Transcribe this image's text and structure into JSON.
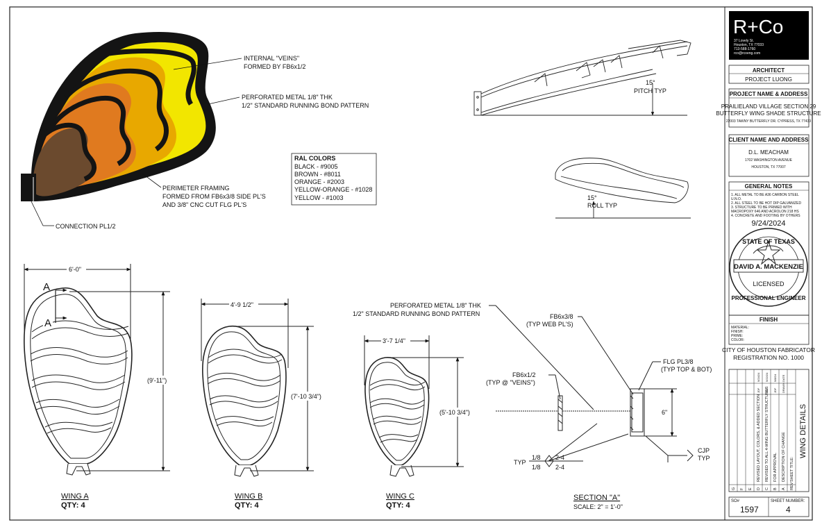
{
  "logo": {
    "text": "R+Co",
    "address_lines": [
      "37 Lovely St.",
      "Houston, TX 77033",
      "713-588-1760",
      "rco@rcoeng.com"
    ]
  },
  "wing_3d_labels": {
    "veins": [
      "INTERNAL \"VEINS\"",
      "FORMED BY FB6x1/2"
    ],
    "perforated": [
      "PERFORATED METAL 1/8\" THK",
      "1/2\" STANDARD RUNNING BOND PATTERN"
    ],
    "perimeter": [
      "PERIMETER FRAMING",
      "FORMED FROM FB6x3/8 SIDE PL'S",
      "AND 3/8\" CNC CUT FLG PL'S"
    ],
    "connection": "CONNECTION PL1/2"
  },
  "ral_colors": {
    "title": "RAL COLORS",
    "items": [
      "BLACK - #9005",
      "BROWN - #8011",
      "ORANGE - #2003",
      "YELLOW-ORANGE - #1028",
      "YELLOW - #1003"
    ],
    "swatches": {
      "black": "#141414",
      "brown": "#6b4a2e",
      "orange": "#e07a1f",
      "yellow_orange": "#e8a800",
      "yellow": "#f2e600"
    }
  },
  "elevations": {
    "pitch": [
      "15°",
      "PITCH TYP"
    ],
    "roll": [
      "15°",
      "ROLL TYP"
    ]
  },
  "wings": [
    {
      "name": "WING A",
      "qty": "QTY:   4",
      "width": "6'-0\"",
      "height": "(9'-11\")",
      "section_mark": "A"
    },
    {
      "name": "WING B",
      "qty": "QTY:   4",
      "width": "4'-9 1/2\"",
      "height": "(7'-10 3/4\")"
    },
    {
      "name": "WING C",
      "qty": "QTY:   4",
      "width": "3'-7 1/4\"",
      "height": "(5'-10 3/4\")"
    }
  ],
  "section": {
    "title": "SECTION \"A\"",
    "scale": "SCALE:   2\" = 1'-0\"",
    "perforated": [
      "PERFORATED METAL 1/8\" THK",
      "1/2\" STANDARD RUNNING BOND PATTERN"
    ],
    "fb_web": [
      "FB6x3/8",
      "(TYP WEB PL'S)"
    ],
    "flg": [
      "FLG PL3/8",
      "(TYP TOP & BOT)"
    ],
    "fb_veins": [
      "FB6x1/2",
      "(TYP @ \"VEINS\")"
    ],
    "dim": "6\"",
    "weld": {
      "typ": "TYP",
      "a": "1/8",
      "b": "1/8",
      "c": "2-4",
      "d": "2-4"
    },
    "cjp": [
      "CJP",
      "TYP"
    ]
  },
  "title_block": {
    "architect_label": "ARCHITECT",
    "architect": "PROJECT LUONG",
    "project_label": "PROJECT NAME & ADDRESS",
    "project": [
      "PRAILIELAND VILLAGE SECTION 29",
      "BUTTERFLY WING SHADE STRUCTURE"
    ],
    "project_addr": "22003 TAWNY BUTTERFLY DR. CYPRESS, TX 77433",
    "client_label": "CLIENT NAME AND ADDRESS",
    "client": "D.L. MEACHAM",
    "client_addr": [
      "1702 WASHINGTON AVENUE",
      "HOUSTON, TX 77007"
    ],
    "notes_label": "GENERAL NOTES",
    "notes": [
      "1.   ALL METAL TO BE A36 CARBON STEEL",
      "       U.N.O.",
      "2.   ALL STEEL TO BE HOT DIP GALVANIZED",
      "3.   STRUCTURE TO BE PRIMED WITH",
      "       MACROPOXY 646 AND ACROLON 218 HS",
      "4.   CONCRETE AND FOOTING BY OTHERS"
    ],
    "date": "9/24/2024",
    "seal": {
      "top": "STATE OF TEXAS",
      "name": "DAVID A. MACKENZIE",
      "bottom": "LICENSED",
      "bottom2": "PROFESSIONAL ENGINEER"
    },
    "finish_label": "FINISH",
    "finish_fields": [
      "MATERIAL:",
      "FINISH:",
      "PRIME:",
      "COLOR:"
    ],
    "fabricator": [
      "CITY OF HOUSTON FABRICATOR",
      "REGISTRATION NO. 1000"
    ],
    "revisions": [
      {
        "rev": "G",
        "desc": "",
        "by": "",
        "date": ""
      },
      {
        "rev": "F",
        "desc": "",
        "by": "",
        "date": ""
      },
      {
        "rev": "E",
        "desc": "",
        "by": "",
        "date": ""
      },
      {
        "rev": "D",
        "desc": "REVISED LAYOUT, COLORS, & ADDED SECTION",
        "by": "JDF",
        "date": "9/24/24"
      },
      {
        "rev": "C",
        "desc": "REVISED TO ALL 4-WING BUTTERFLY STRUCTURES",
        "by": "JDF",
        "date": "5/22/24"
      },
      {
        "rev": "B",
        "desc": "FOR APPROVAL",
        "by": "JDF",
        "date": "5/8/24"
      },
      {
        "rev": "A",
        "desc": "DESCRIPTION OF CHANGE",
        "by": "DRAWN",
        "date": "DATE"
      }
    ],
    "rev_header": "REV",
    "sheet_title_label": "SHEET TITLE:",
    "sheet_title": "WING DETAILS",
    "so_label": "SO#",
    "so": "1597",
    "sheet_number_label": "SHEET NUMBER:",
    "sheet_number": "4"
  }
}
